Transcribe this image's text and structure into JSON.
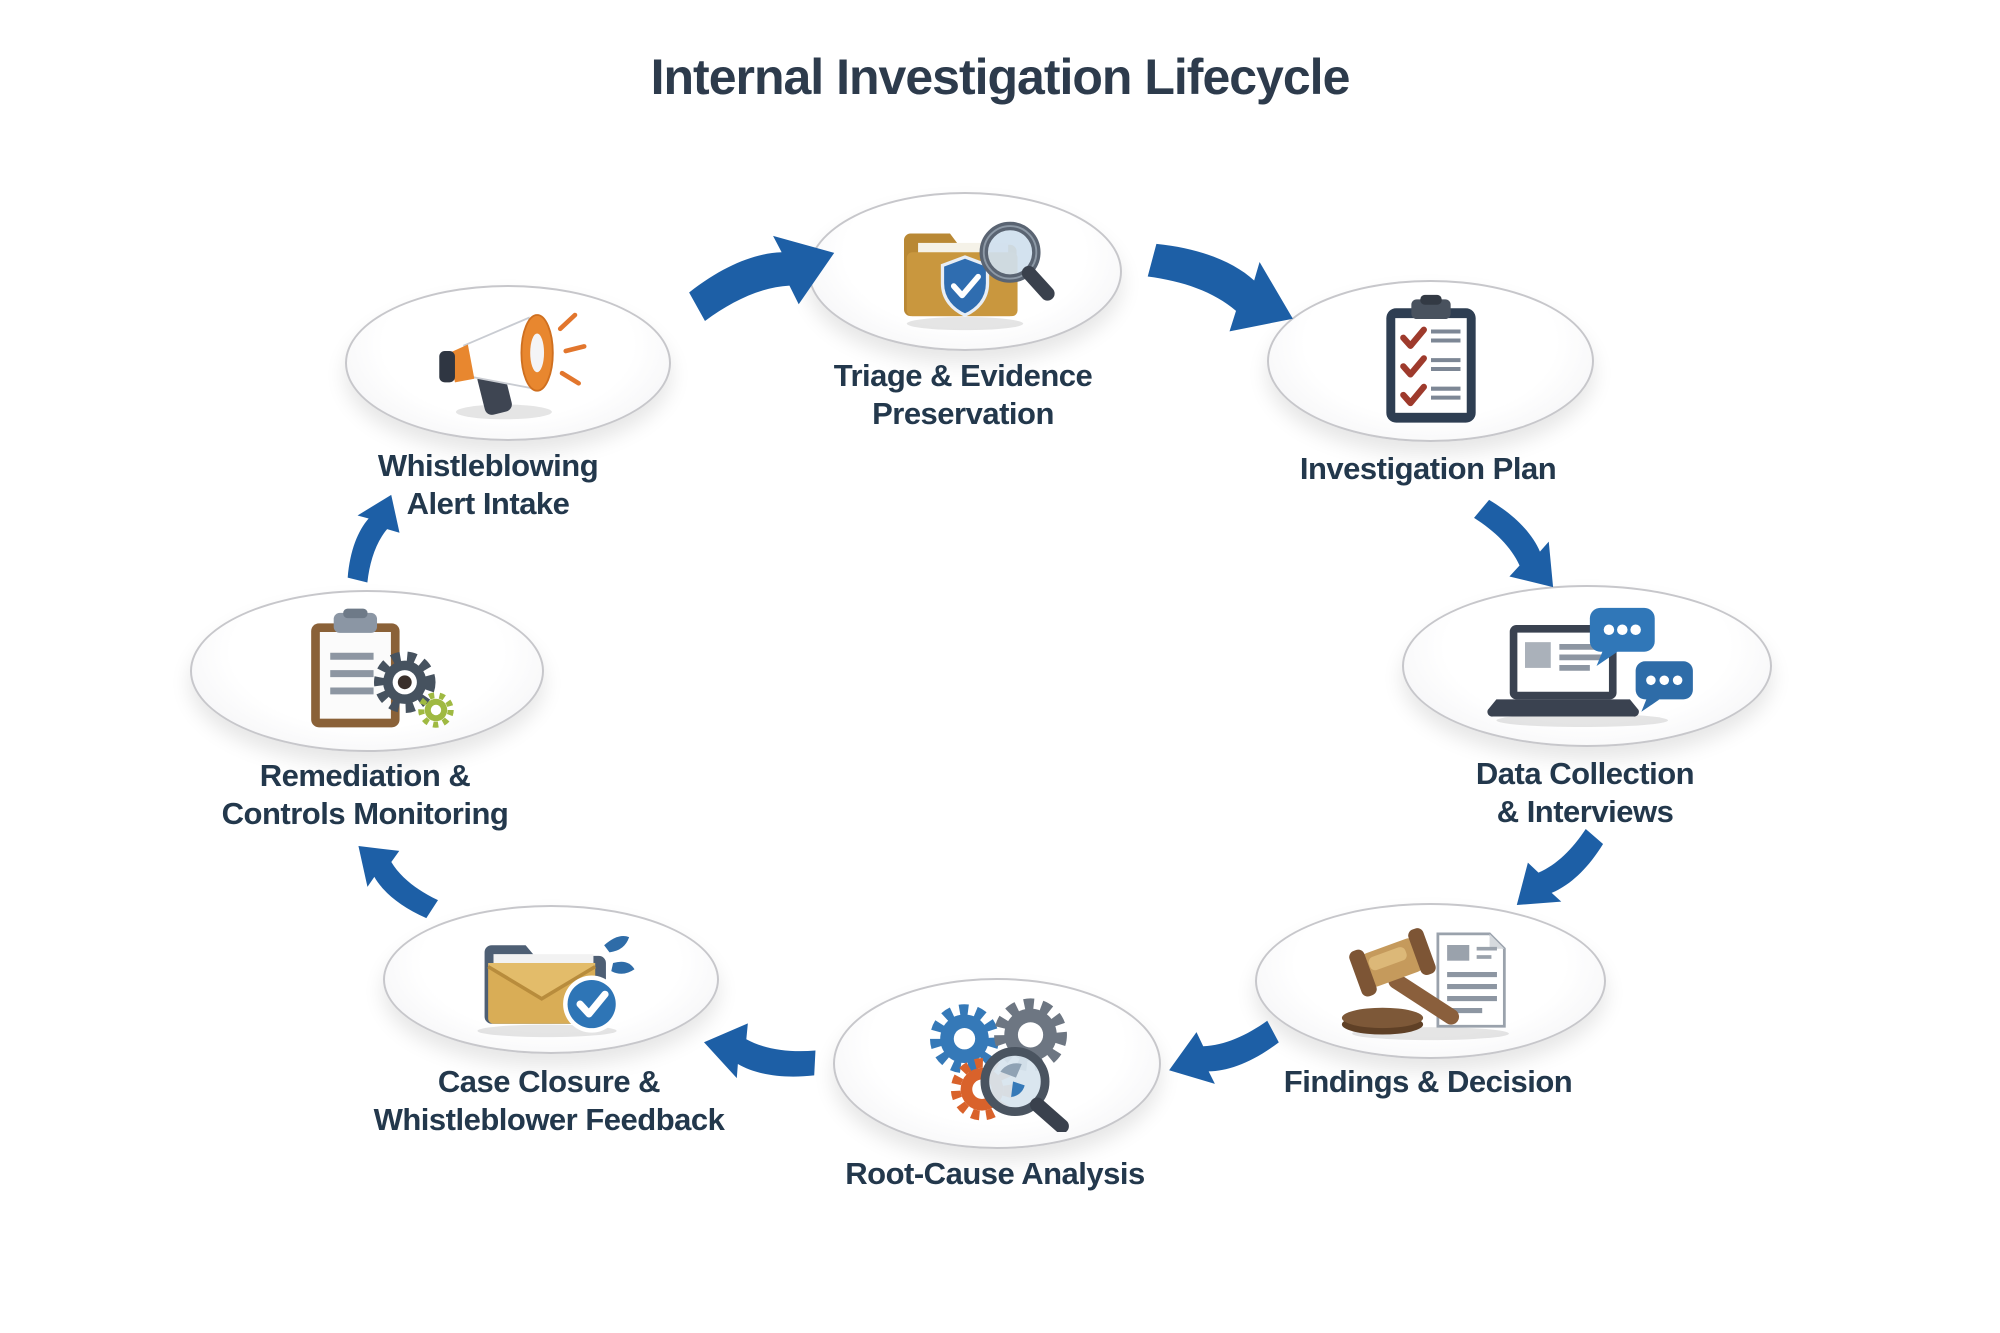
{
  "title": "Internal Investigation Lifecycle",
  "colors": {
    "arrow": "#1d5fa6",
    "title_text": "#2d3b4c",
    "label_text": "#23384c",
    "ellipse_border": "#c7c7cb",
    "ellipse_fill": "#fcfcfd",
    "background": "#ffffff"
  },
  "stages": [
    {
      "id": "whistleblowing-alert-intake",
      "label": "Whistleblowing Alert Intake",
      "label_lines": [
        "Whistleblowing",
        "Alert Intake"
      ],
      "icon": "megaphone-icon",
      "position": "upper-left"
    },
    {
      "id": "triage-evidence-preservation",
      "label": "Triage & Evidence Preservation",
      "label_lines": [
        "Triage & Evidence",
        "Preservation"
      ],
      "icon": "folder-shield-magnifier-icon",
      "position": "top-center"
    },
    {
      "id": "investigation-plan",
      "label": "Investigation Plan",
      "label_lines": [
        "Investigation Plan"
      ],
      "icon": "checklist-clipboard-icon",
      "position": "upper-right"
    },
    {
      "id": "data-collection-interviews",
      "label": "Data Collection & Interviews",
      "label_lines": [
        "Data Collection",
        "& Interviews"
      ],
      "icon": "laptop-chat-icon",
      "position": "right"
    },
    {
      "id": "findings-decision",
      "label": "Findings & Decision",
      "label_lines": [
        "Findings & Decision"
      ],
      "icon": "gavel-document-icon",
      "position": "lower-right"
    },
    {
      "id": "root-cause-analysis",
      "label": "Root-Cause Analysis",
      "label_lines": [
        "Root-Cause Analysis"
      ],
      "icon": "gears-magnifier-icon",
      "position": "bottom-center"
    },
    {
      "id": "case-closure-whistleblower-feedback",
      "label": "Case Closure & Whistleblower Feedback",
      "label_lines": [
        "Case Closure &",
        "Whistleblower Feedback"
      ],
      "icon": "folder-envelope-check-icon",
      "position": "lower-left"
    },
    {
      "id": "remediation-controls-monitoring",
      "label": "Remediation & Controls Monitoring",
      "label_lines": [
        "Remediation &",
        "Controls Monitoring"
      ],
      "icon": "clipboard-gears-icon",
      "position": "left"
    }
  ],
  "connections": [
    {
      "from": "whistleblowing-alert-intake",
      "to": "triage-evidence-preservation"
    },
    {
      "from": "triage-evidence-preservation",
      "to": "investigation-plan"
    },
    {
      "from": "investigation-plan",
      "to": "data-collection-interviews"
    },
    {
      "from": "data-collection-interviews",
      "to": "findings-decision"
    },
    {
      "from": "findings-decision",
      "to": "root-cause-analysis"
    },
    {
      "from": "root-cause-analysis",
      "to": "case-closure-whistleblower-feedback"
    },
    {
      "from": "case-closure-whistleblower-feedback",
      "to": "remediation-controls-monitoring"
    },
    {
      "from": "remediation-controls-monitoring",
      "to": "whistleblowing-alert-intake"
    }
  ]
}
